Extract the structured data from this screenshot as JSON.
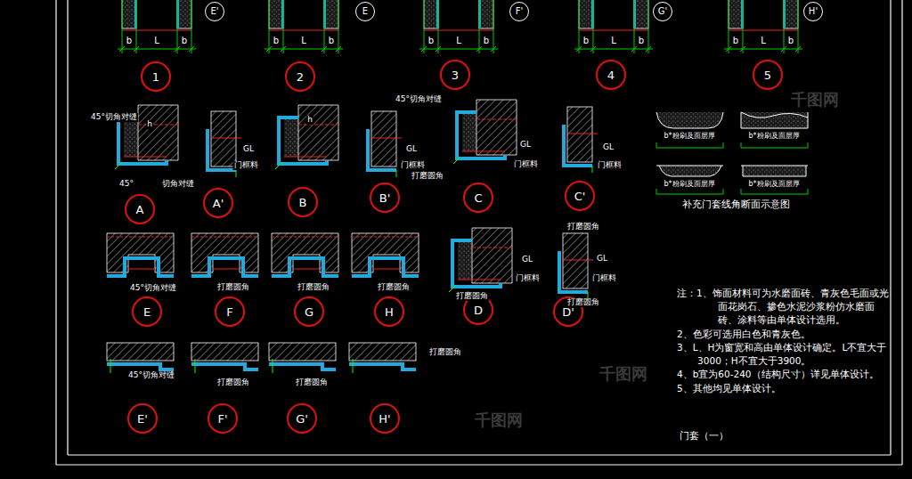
{
  "diagram": {
    "nodes": [
      {
        "text": [
          "E'"
        ]
      },
      {
        "text": [
          "E"
        ]
      },
      {
        "text": [
          "F'"
        ]
      },
      {
        "text": [
          "G'"
        ]
      },
      {
        "text": [
          "H'"
        ]
      },
      {
        "text": [
          "1"
        ]
      },
      {
        "text": [
          "2"
        ]
      },
      {
        "text": [
          "3"
        ]
      },
      {
        "text": [
          "4"
        ]
      },
      {
        "text": [
          "5"
        ]
      },
      {
        "text": [
          "A"
        ]
      },
      {
        "text": [
          "A'"
        ]
      },
      {
        "text": [
          "B"
        ]
      },
      {
        "text": [
          "B'"
        ]
      },
      {
        "text": [
          "C"
        ]
      },
      {
        "text": [
          "C'"
        ]
      },
      {
        "text": [
          "E"
        ]
      },
      {
        "text": [
          "F"
        ]
      },
      {
        "text": [
          "G"
        ]
      },
      {
        "text": [
          "H"
        ]
      },
      {
        "text": [
          "D"
        ]
      },
      {
        "text": [
          "D'"
        ]
      },
      {
        "text": [
          "E'"
        ]
      },
      {
        "text": [
          "F'"
        ]
      },
      {
        "text": [
          "G'"
        ]
      },
      {
        "text": [
          "H'"
        ]
      }
    ],
    "labels": [
      "b",
      "L",
      "b",
      "b",
      "L",
      "b",
      "b",
      "L",
      "b",
      "b",
      "L",
      "b",
      "b",
      "L",
      "b",
      "45°切角对缝",
      "h",
      "45°",
      "GL",
      "门框料",
      "切角对缝",
      "h",
      "GL",
      "门框料",
      "45°切角对缝",
      "GL",
      "门框料",
      "打磨圆角",
      "GL",
      "门框料",
      "45°切角对缝",
      "打磨圆角",
      "打磨圆角",
      "打磨圆角",
      "GL",
      "门框料",
      "打磨圆角",
      "打磨圆角",
      "GL",
      "门框料",
      "打磨圆角",
      "45°切角对缝",
      "打磨圆角",
      "打磨圆角",
      "打磨圆角",
      "b*粉刷及面层厚",
      "b*粉刷及面层厚",
      "b*粉刷及面层厚",
      "b*粉刷及面层厚",
      "补充门套线角断面示意图",
      "注：1、饰面材料可为水磨面砖、青灰色毛面或光面花岗石、掺色水泥沙浆粉仿水磨面砖、涂料等由单体设计选用。",
      "2、色彩可选用白色和青灰色。",
      "3、L、H为窗宽和高由单体设计确定。L不宜大于3000；H不宜大于3900。",
      "4、b宜为60-240（结构尺寸）详见单体设计。",
      "5、其他均见单体设计。",
      "门套（一）",
      "千图网",
      "千图网",
      "千图网"
    ]
  }
}
